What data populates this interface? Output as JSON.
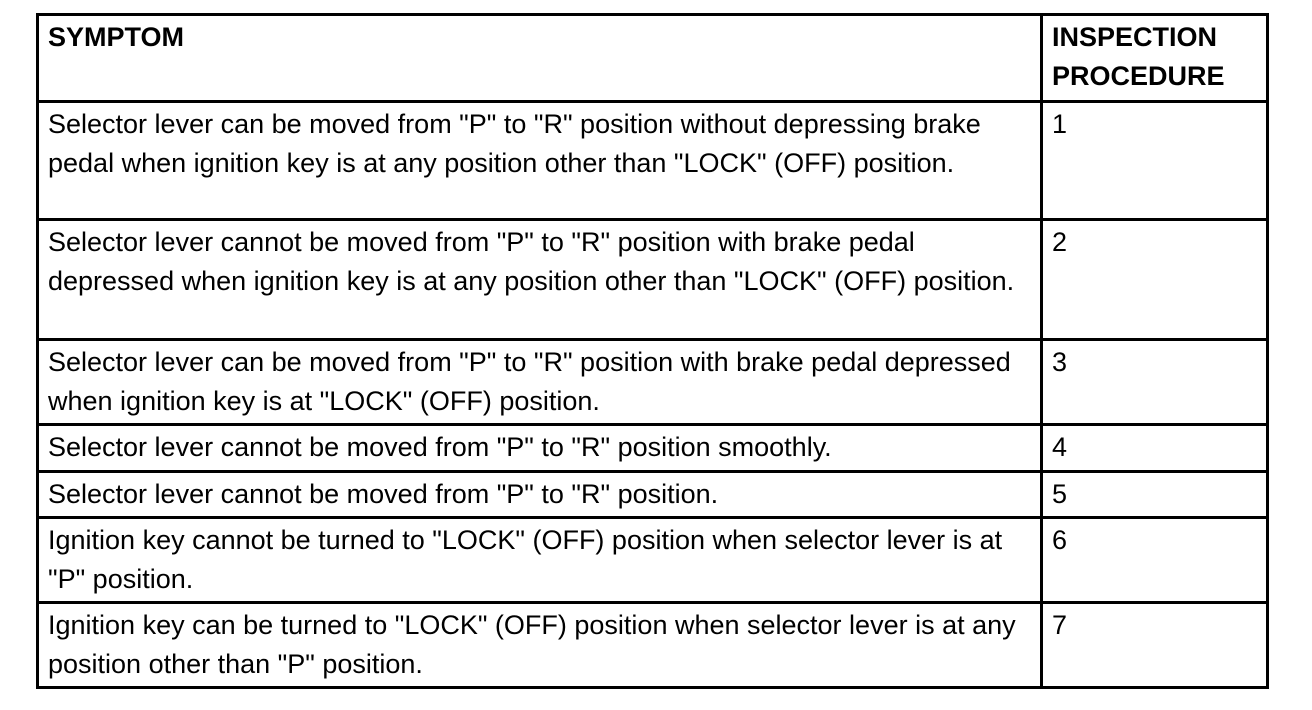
{
  "document": {
    "type": "service-manual-symptom-table",
    "colors": {
      "border": "#000000",
      "text": "#000000",
      "background": "#ffffff"
    },
    "table": {
      "headers": {
        "symptom": "SYMPTOM",
        "procedure": "INSPECTION PROCEDURE"
      },
      "rows": [
        {
          "symptom": "Selector lever can be moved from \"P\" to \"R\" position without depressing brake pedal when ignition key is at any position other than \"LOCK\" (OFF) position.",
          "procedure": "1"
        },
        {
          "symptom": "Selector lever cannot be moved from \"P\" to \"R\" position with brake pedal depressed when ignition key is at any position other than \"LOCK\" (OFF) position.",
          "procedure": "2"
        },
        {
          "symptom": "Selector lever can be moved from \"P\" to \"R\" position with brake pedal depressed when ignition key is at \"LOCK\" (OFF) position.",
          "procedure": "3"
        },
        {
          "symptom": "Selector lever cannot be moved from \"P\" to \"R\" position smoothly.",
          "procedure": "4"
        },
        {
          "symptom": "Selector lever cannot be moved from \"P\" to \"R\" position.",
          "procedure": "5"
        },
        {
          "symptom": "Ignition key cannot be turned to \"LOCK\" (OFF) position when selector lever is at \"P\" position.",
          "procedure": "6"
        },
        {
          "symptom": "Ignition key can be turned to \"LOCK\" (OFF) position when selector lever is at any position other than \"P\" position.",
          "procedure": "7"
        }
      ]
    }
  }
}
